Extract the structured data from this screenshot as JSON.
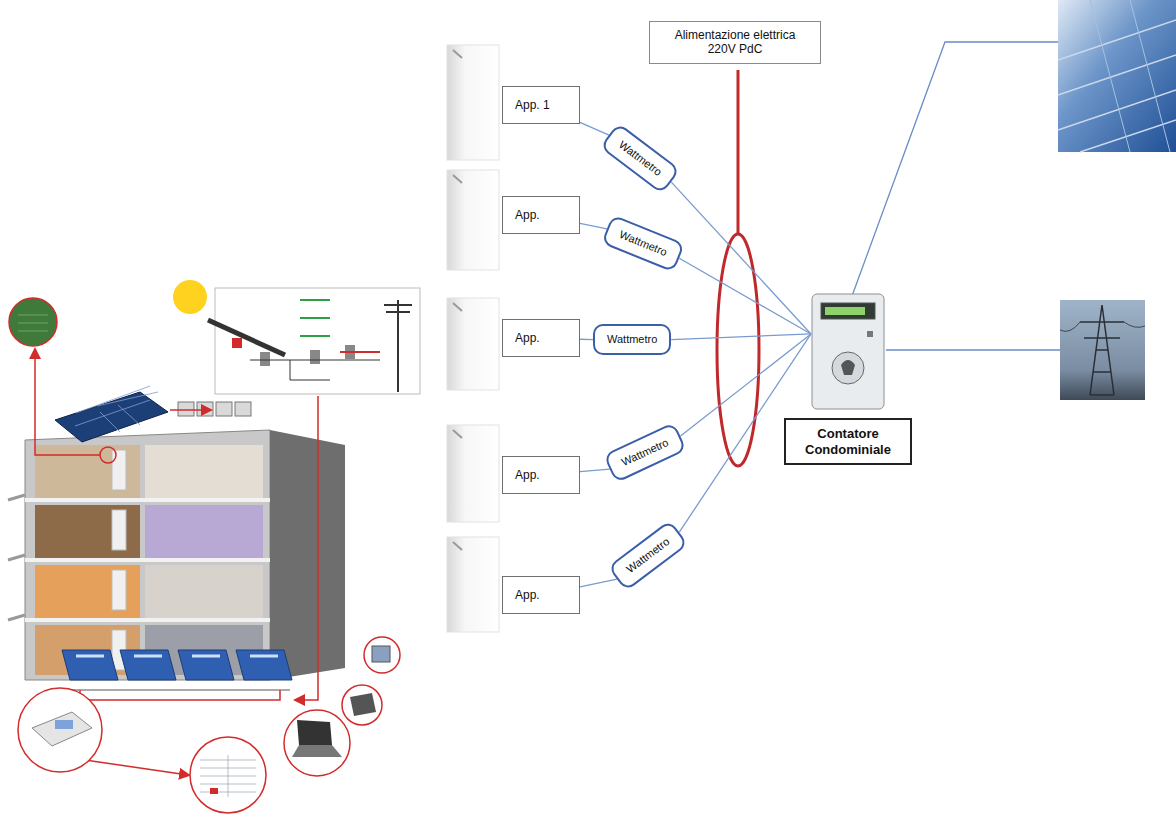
{
  "diagram": {
    "nodes": [
      {
        "text": [
          "Alimentazione elettrica 220V PdC"
        ]
      },
      {
        "text": [
          "App. 1"
        ]
      },
      {
        "text": [
          "Wattmetro"
        ]
      },
      {
        "text": [
          "App."
        ]
      },
      {
        "text": [
          "Wattmetro"
        ]
      },
      {
        "text": [
          "App."
        ]
      },
      {
        "text": [
          "Wattmetro"
        ]
      },
      {
        "text": [
          "App."
        ]
      },
      {
        "text": [
          "Wattmetro"
        ]
      },
      {
        "text": [
          "App."
        ]
      },
      {
        "text": [
          "Wattmetro"
        ]
      },
      {
        "text": [
          "Contatore Condominiale"
        ]
      }
    ],
    "edges": [
      {
        "from": 1,
        "to": 2,
        "arrow": "none"
      },
      {
        "from": 2,
        "to": 11,
        "arrow": "none"
      },
      {
        "from": 3,
        "to": 4,
        "arrow": "none"
      },
      {
        "from": 4,
        "to": 11,
        "arrow": "none"
      },
      {
        "from": 5,
        "to": 6,
        "arrow": "none"
      },
      {
        "from": 6,
        "to": 11,
        "arrow": "none"
      },
      {
        "from": 7,
        "to": 8,
        "arrow": "none"
      },
      {
        "from": 8,
        "to": 11,
        "arrow": "none"
      },
      {
        "from": 9,
        "to": 10,
        "arrow": "none"
      },
      {
        "from": 10,
        "to": 11,
        "arrow": "none"
      }
    ]
  }
}
